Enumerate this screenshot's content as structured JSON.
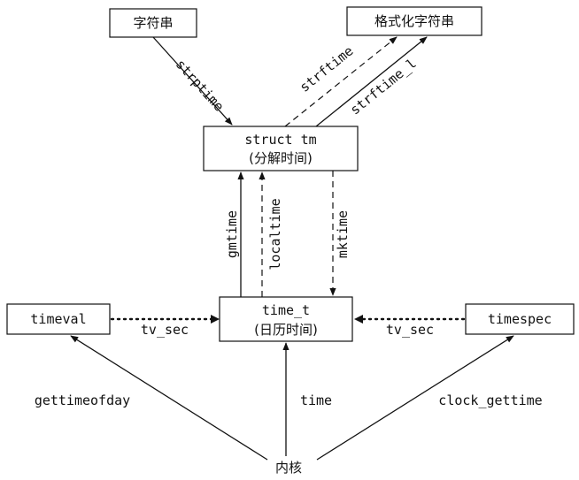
{
  "boxes": {
    "string": "字符串",
    "formatted_string": "格式化字符串",
    "struct_tm": {
      "line1": "struct tm",
      "line2": "(分解时间)"
    },
    "time_t": {
      "line1": "time_t",
      "line2": "(日历时间)"
    },
    "timeval": "timeval",
    "timespec": "timespec"
  },
  "source": "内核",
  "edges": {
    "strptime": "strptime",
    "strftime": "strftime",
    "strftime_l": "strftime_l",
    "gmtime": "gmtime",
    "localtime": "localtime",
    "mktime": "mktime",
    "tv_sec_left": "tv_sec",
    "tv_sec_right": "tv_sec",
    "gettimeofday": "gettimeofday",
    "time": "time",
    "clock_gettime": "clock_gettime"
  }
}
